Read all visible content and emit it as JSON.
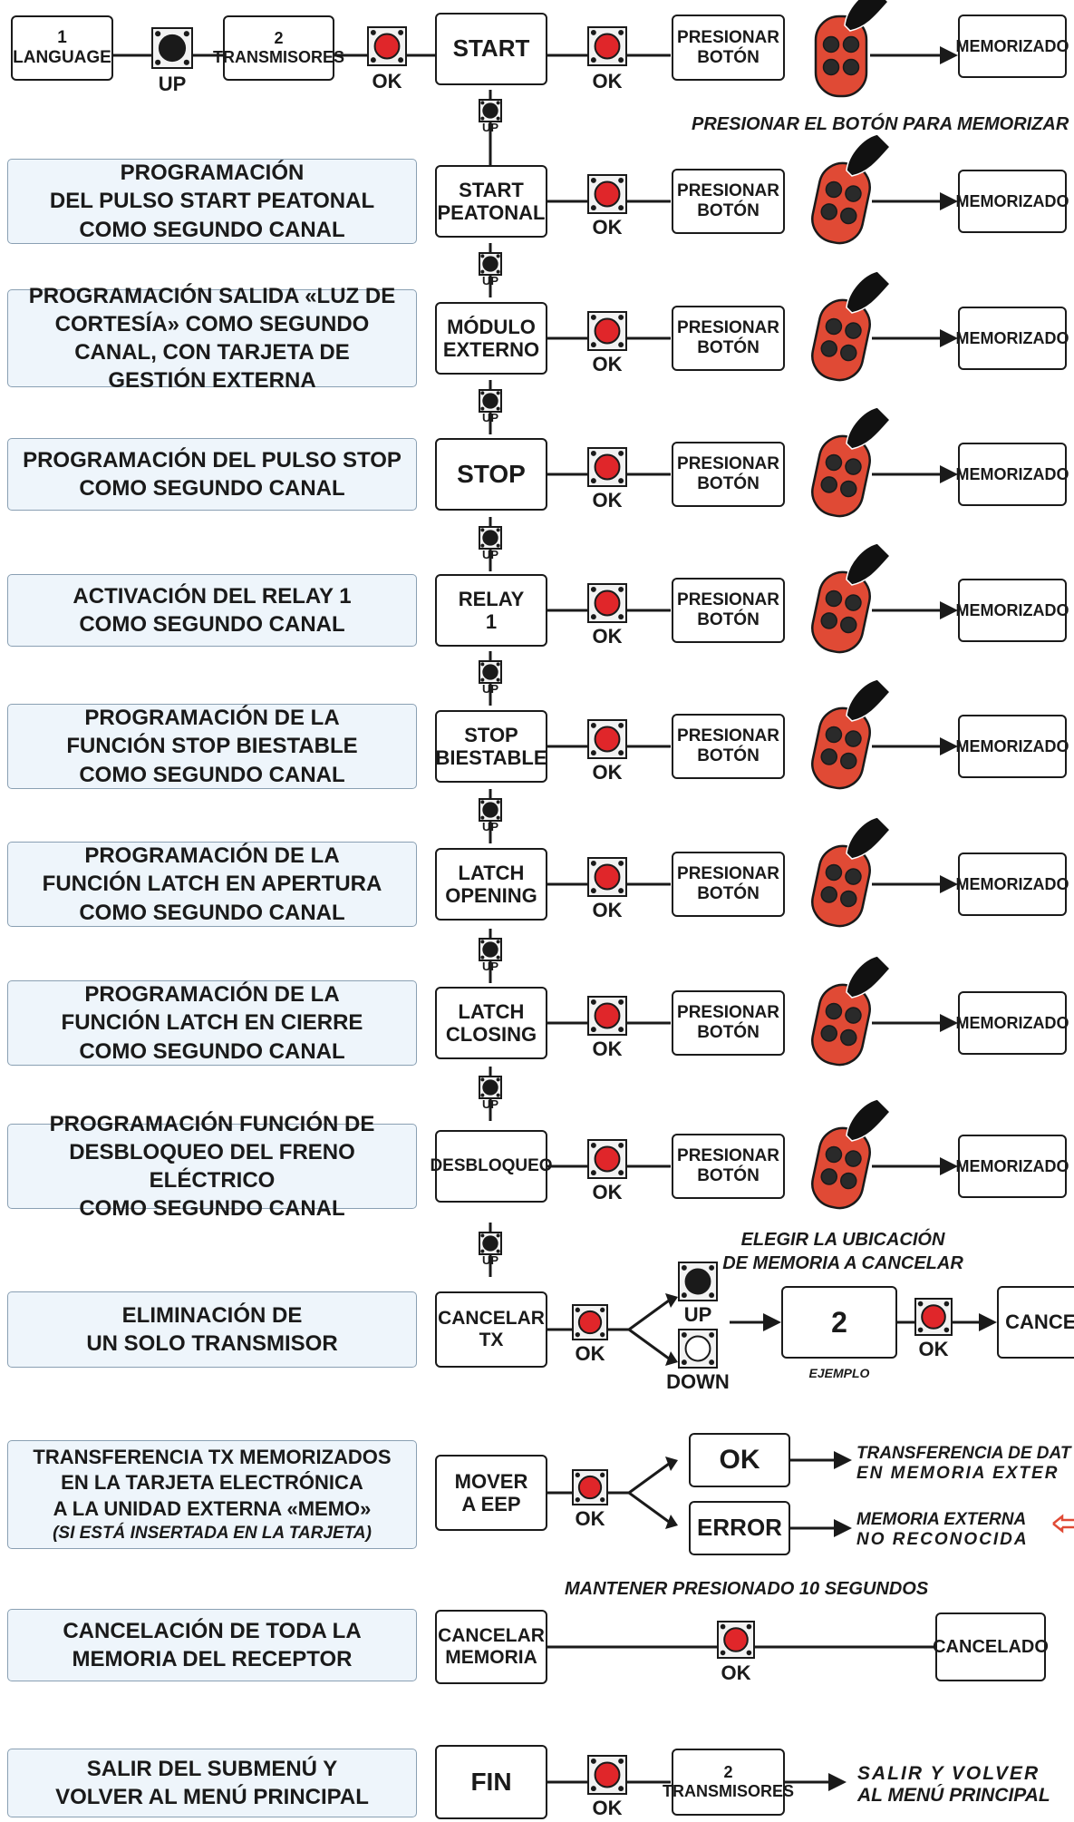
{
  "top_row": {
    "language_number": "1",
    "language_label": "LANGUAGE",
    "up_label": "UP",
    "transmisores_number": "2",
    "transmisores_label": "TRANSMISORES",
    "ok_label": "OK",
    "start_label": "START",
    "presionar_line1": "PRESIONAR",
    "presionar_line2": "BOTÓN",
    "memorizado_label": "MEMORIZADO",
    "note": "PRESIONAR EL BOTÓN PARA MEMORIZAR"
  },
  "connector_up_label": "UP",
  "rows": [
    {
      "desc": [
        "PROGRAMACIÓN",
        "DEL PULSO START PEATONAL",
        "COMO SEGUNDO CANAL"
      ],
      "box": [
        "START",
        "PEATONAL"
      ],
      "ok": "OK",
      "press": [
        "PRESIONAR",
        "BOTÓN"
      ],
      "result": "MEMORIZADO"
    },
    {
      "desc": [
        "PROGRAMACIÓN SALIDA «LUZ DE",
        "CORTESÍA» COMO SEGUNDO",
        "CANAL, CON TARJETA DE",
        "GESTIÓN EXTERNA"
      ],
      "box": [
        "MÓDULO",
        "EXTERNO"
      ],
      "ok": "OK",
      "press": [
        "PRESIONAR",
        "BOTÓN"
      ],
      "result": "MEMORIZADO"
    },
    {
      "desc": [
        "PROGRAMACIÓN DEL PULSO STOP",
        "COMO SEGUNDO CANAL"
      ],
      "box": [
        "STOP"
      ],
      "ok": "OK",
      "press": [
        "PRESIONAR",
        "BOTÓN"
      ],
      "result": "MEMORIZADO"
    },
    {
      "desc": [
        "ACTIVACIÓN DEL RELAY 1",
        "COMO SEGUNDO CANAL"
      ],
      "box": [
        "RELAY",
        "1"
      ],
      "ok": "OK",
      "press": [
        "PRESIONAR",
        "BOTÓN"
      ],
      "result": "MEMORIZADO"
    },
    {
      "desc": [
        "PROGRAMACIÓN DE LA",
        "FUNCIÓN STOP BIESTABLE",
        "COMO SEGUNDO CANAL"
      ],
      "box": [
        "STOP",
        "BIESTABLE"
      ],
      "ok": "OK",
      "press": [
        "PRESIONAR",
        "BOTÓN"
      ],
      "result": "MEMORIZADO"
    },
    {
      "desc": [
        "PROGRAMACIÓN DE LA",
        "FUNCIÓN LATCH EN APERTURA",
        "COMO SEGUNDO CANAL"
      ],
      "box": [
        "LATCH",
        "OPENING"
      ],
      "ok": "OK",
      "press": [
        "PRESIONAR",
        "BOTÓN"
      ],
      "result": "MEMORIZADO"
    },
    {
      "desc": [
        "PROGRAMACIÓN DE LA",
        "FUNCIÓN LATCH EN CIERRE",
        "COMO SEGUNDO CANAL"
      ],
      "box": [
        "LATCH",
        "CLOSING"
      ],
      "ok": "OK",
      "press": [
        "PRESIONAR",
        "BOTÓN"
      ],
      "result": "MEMORIZADO"
    },
    {
      "desc": [
        "PROGRAMACIÓN FUNCIÓN DE",
        "DESBLOQUEO DEL FRENO ELÉCTRICO",
        "COMO SEGUNDO CANAL"
      ],
      "box": [
        "DESBLOQUEO"
      ],
      "ok": "OK",
      "press": [
        "PRESIONAR",
        "BOTÓN"
      ],
      "result": "MEMORIZADO"
    }
  ],
  "cancel_tx": {
    "desc": [
      "ELIMINACIÓN DE",
      "UN SOLO TRANSMISOR"
    ],
    "box": [
      "CANCELAR",
      "TX"
    ],
    "ok": "OK",
    "up": "UP",
    "down": "DOWN",
    "note": [
      "ELEGIR LA UBICACIÓN",
      "DE MEMORIA A CANCELAR"
    ],
    "number": "2",
    "ejemplo": "EJEMPLO",
    "ok2": "OK",
    "result": "CANCEL"
  },
  "move_eep": {
    "desc": [
      "TRANSFERENCIA TX MEMORIZADOS",
      "EN LA TARJETA ELECTRÓNICA",
      "A LA UNIDAD EXTERNA «MEMO»"
    ],
    "desc_note": "(SI ESTÁ INSERTADA EN LA TARJETA)",
    "box": [
      "MOVER",
      "A EEP"
    ],
    "ok": "OK",
    "ok_box": "OK",
    "ok_text": [
      "TRANSFERENCIA DE DAT",
      "EN MEMORIA EXTER"
    ],
    "error_box": "ERROR",
    "error_text": [
      "MEMORIA EXTERNA",
      "NO RECONOCIDA"
    ]
  },
  "cancel_mem": {
    "desc": [
      "CANCELACIÓN DE TODA LA",
      "MEMORIA DEL RECEPTOR"
    ],
    "box": [
      "CANCELAR",
      "MEMORIA"
    ],
    "note": "MANTENER PRESIONADO 10 SEGUNDOS",
    "ok": "OK",
    "result": "CANCELADO"
  },
  "fin": {
    "desc": [
      "SALIR DEL SUBMENÚ Y",
      "VOLVER AL MENÚ PRINCIPAL"
    ],
    "box": "FIN",
    "ok": "OK",
    "trans_number": "2",
    "trans_label": "TRANSMISORES",
    "text": [
      "SALIR Y VOLVER",
      "AL MENÚ PRINCIPAL"
    ]
  },
  "colors": {
    "button_red": "#e0262a",
    "remote_red": "#e04a35",
    "desc_fill": "#eef5fb"
  }
}
